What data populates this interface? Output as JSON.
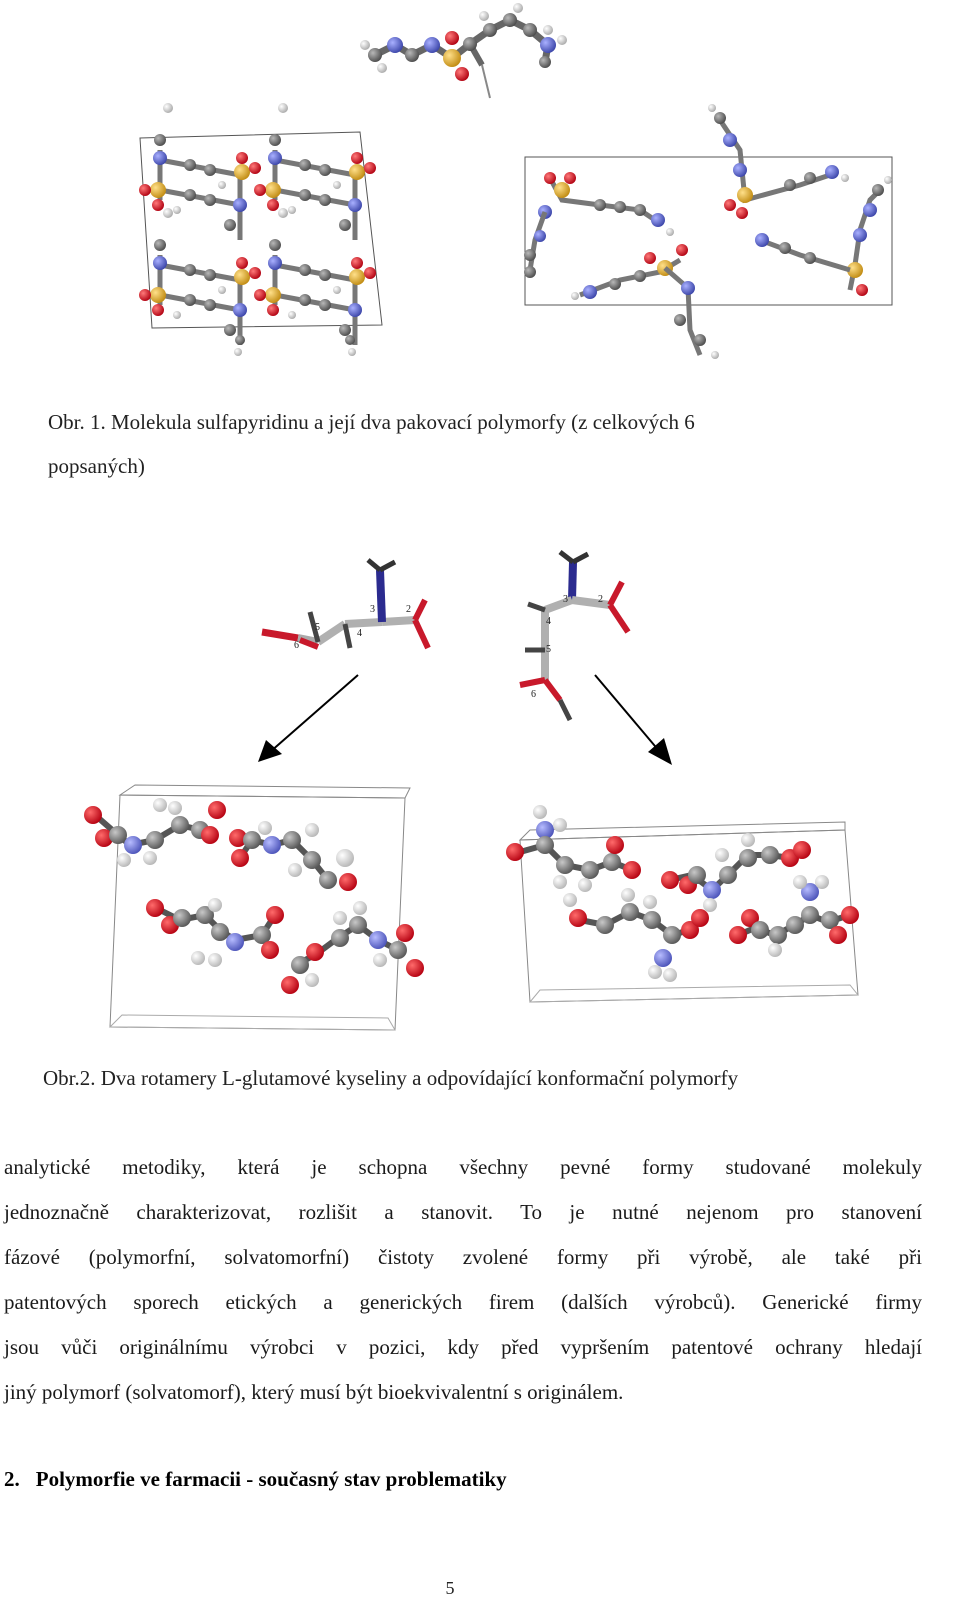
{
  "figure1": {
    "caption_line1": "Obr. 1. Molekula sulfapyridinu a její dva pakovací polymorfy (z celkových 6",
    "caption_line2": "popsaných)"
  },
  "figure2": {
    "caption": "Obr.2. Dva rotamery L-glutamové kyseliny a odpovídající konformační polymorfy",
    "atom_labels_left": [
      "2",
      "3",
      "4",
      "5",
      "6"
    ],
    "atom_labels_right": [
      "2",
      "3",
      "4",
      "5",
      "6"
    ]
  },
  "paragraph": {
    "lines": [
      "analytické metodiky, která je schopna všechny pevné formy studované molekuly",
      "jednoznačně charakterizovat, rozlišit a stanovit. To je nutné nejenom pro stanovení",
      "fázové (polymorfní, solvatomorfní) čistoty zvolené formy při výrobě, ale také při",
      "patentových sporech etických a generických firem (dalších výrobců). Generické firmy",
      "jsou vůči originálnímu výrobci v pozici, kdy před vypršením patentové ochrany hledají",
      "jiný polymorf (solvatomorf), který musí být bioekvivalentní s originálem."
    ]
  },
  "section": {
    "number": "2.",
    "title": "Polymorfie ve farmacii - současný stav problematiky"
  },
  "page_number": "5",
  "colors": {
    "carbon": "#6b6b6b",
    "oxygen": "#d6141e",
    "nitrogen": "#5a63c9",
    "sulfur": "#e0a823",
    "hydrogen": "#e8e8e8",
    "stick_nitrogen": "#2b2b8f",
    "stick_oxygen": "#c8192b"
  }
}
